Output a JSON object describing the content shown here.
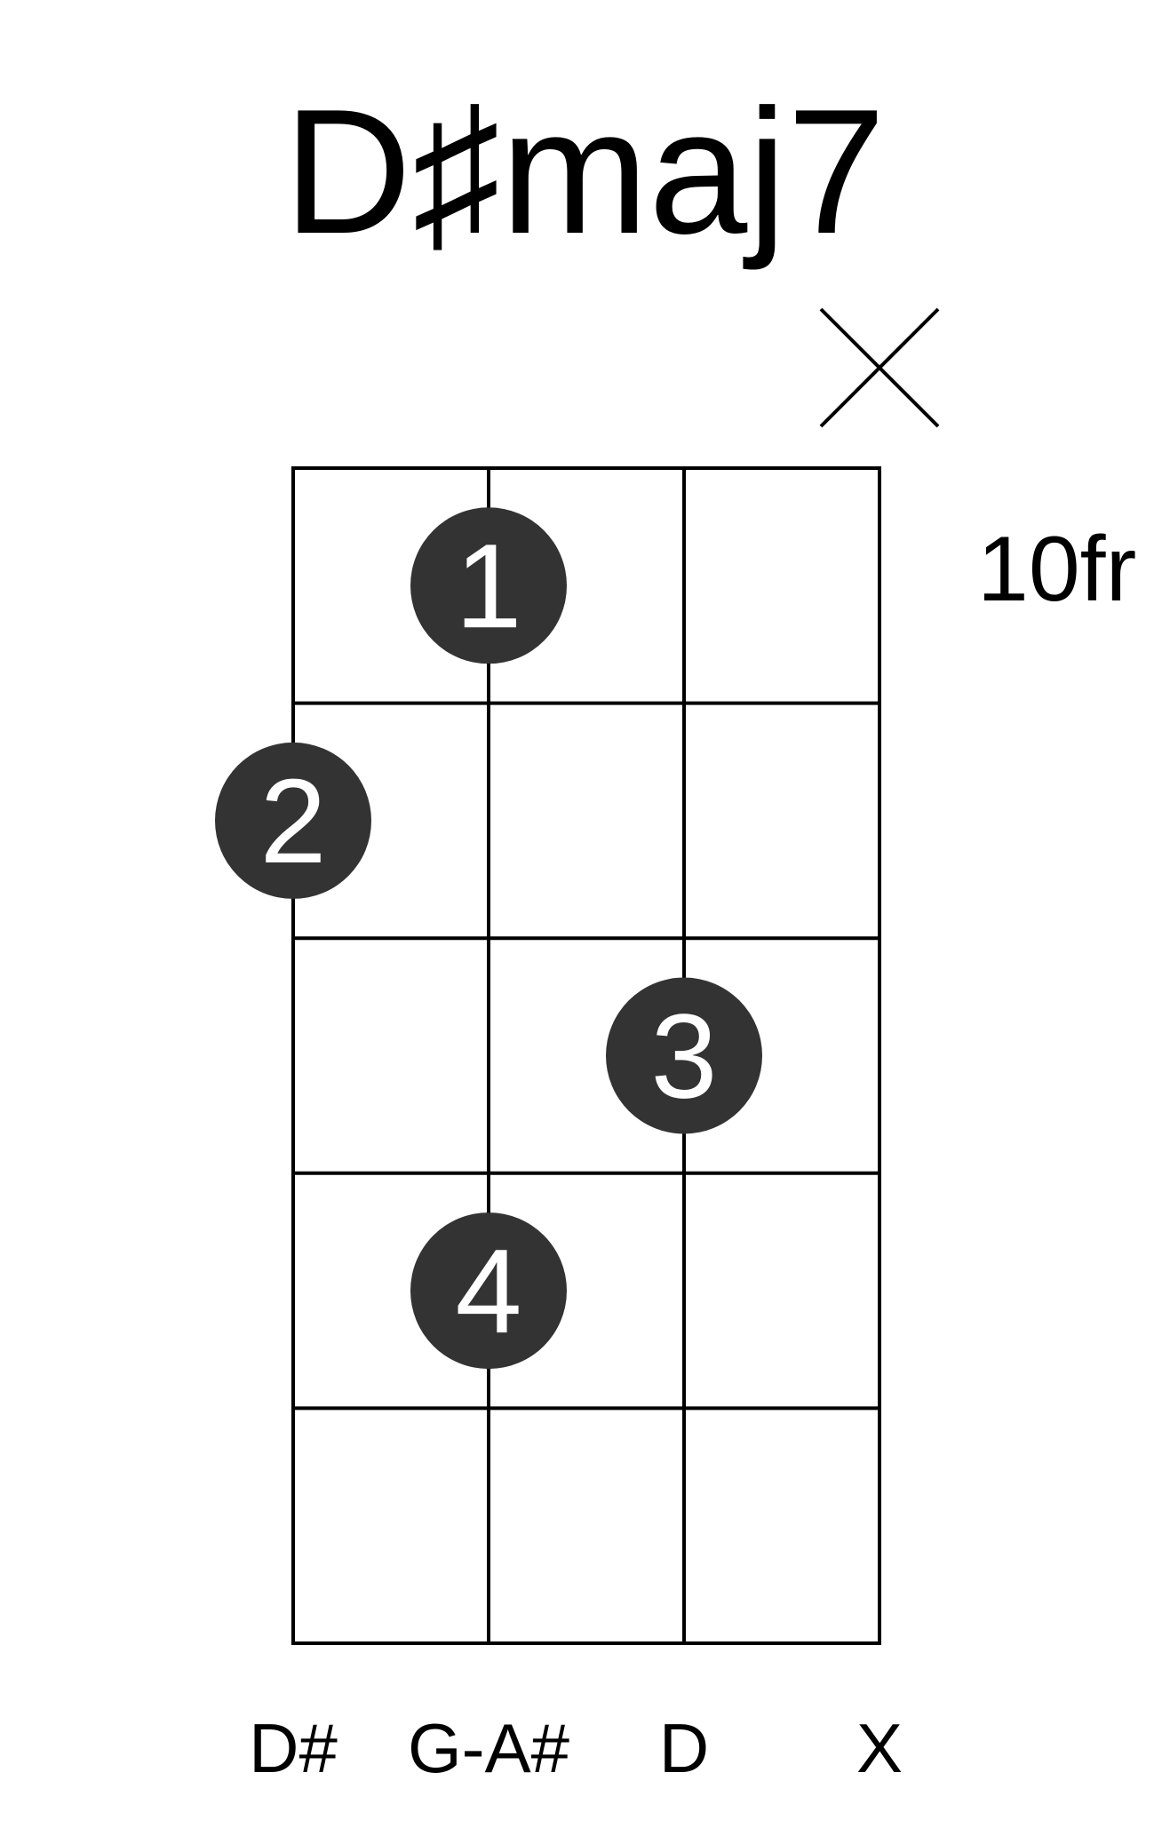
{
  "chord": {
    "title": "D♯maj7",
    "base_fret_label": "10fr"
  },
  "chart_data": {
    "type": "chord-diagram",
    "strings": 4,
    "frets_shown": 5,
    "base_fret": 10,
    "muted_strings": [
      4
    ],
    "fingers": [
      {
        "finger": "1",
        "string": 2,
        "fret": 1
      },
      {
        "finger": "2",
        "string": 1,
        "fret": 2
      },
      {
        "finger": "3",
        "string": 3,
        "fret": 3
      },
      {
        "finger": "4",
        "string": 2,
        "fret": 4
      }
    ],
    "string_notes": [
      "D#",
      "G-A#",
      "D",
      "X"
    ]
  },
  "colors": {
    "dot_fill": "#333333",
    "line": "#000000",
    "finger_text": "#ffffff"
  }
}
